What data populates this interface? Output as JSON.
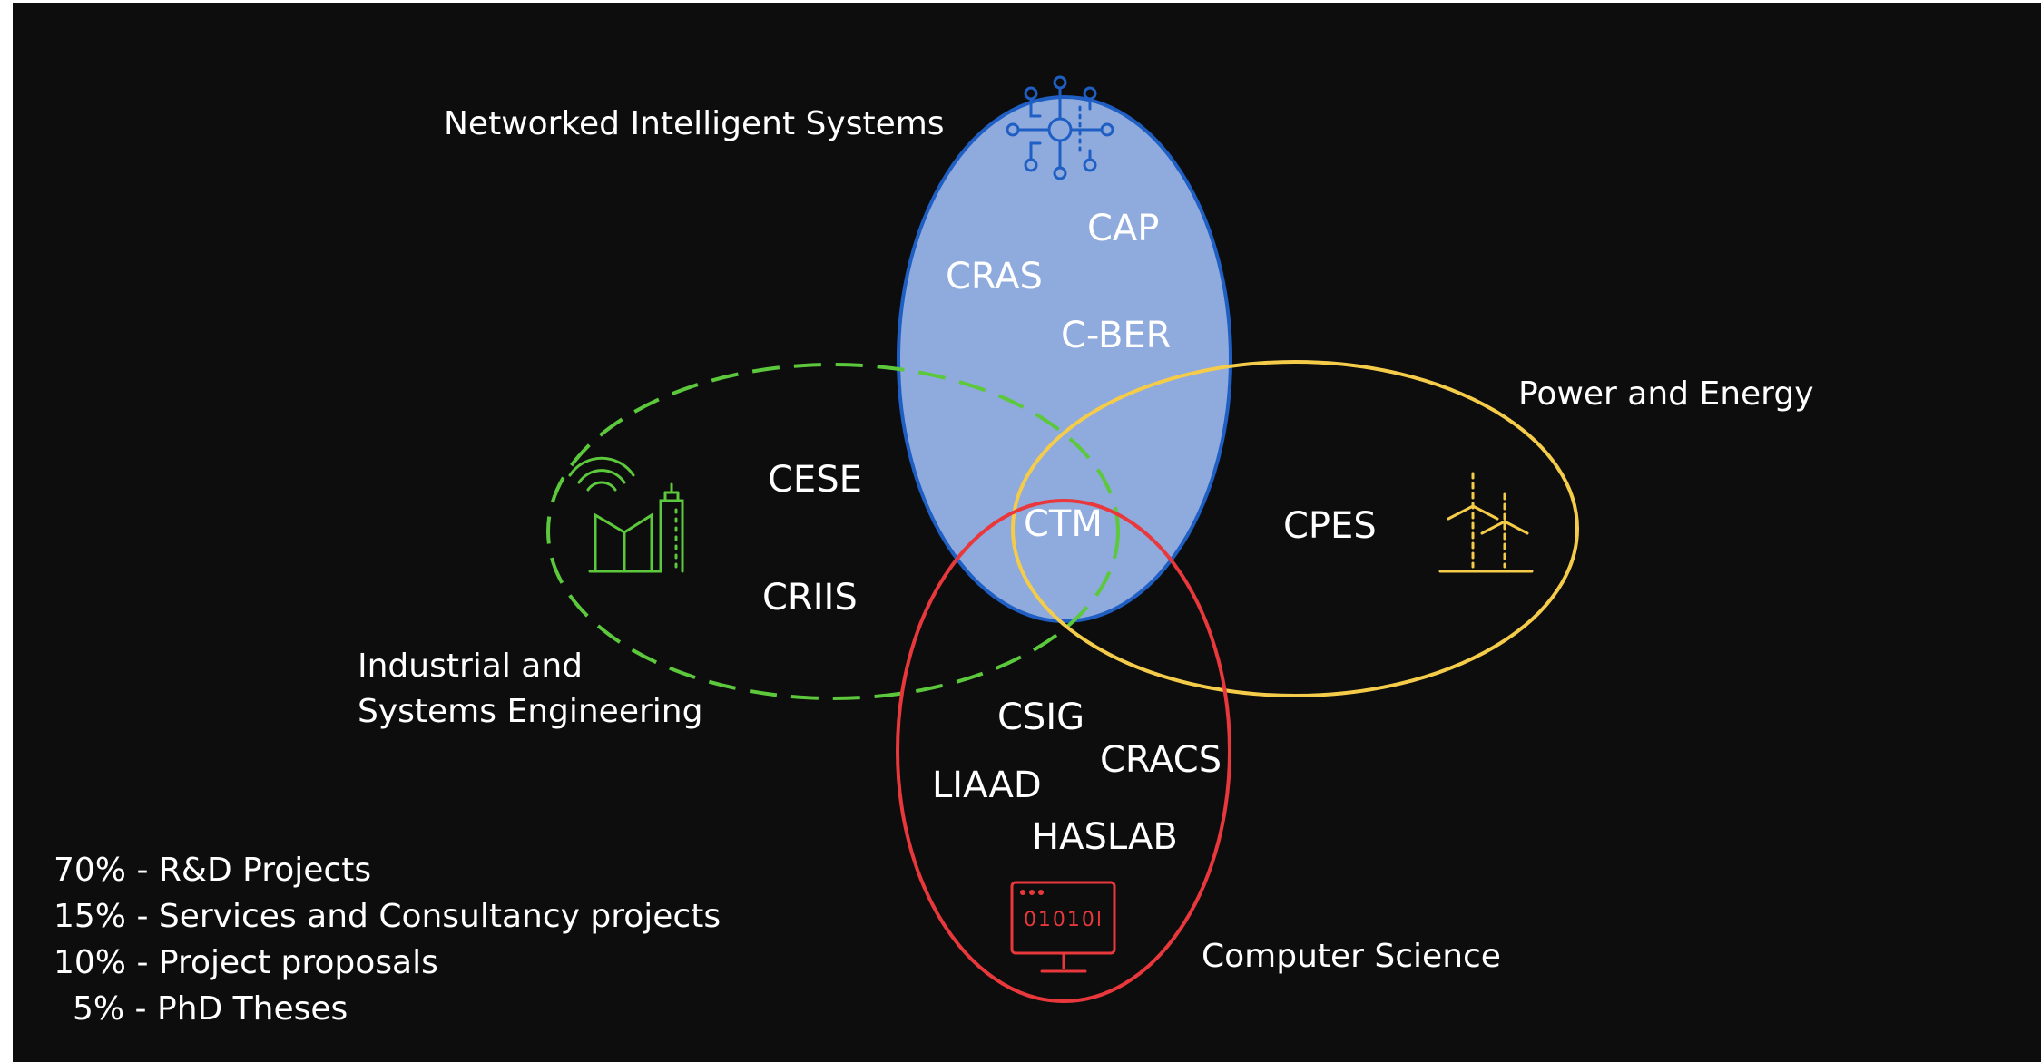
{
  "colors": {
    "background": "#0d0d0d",
    "networked": "#1f5fc4",
    "networked_fill": "#8faadc",
    "industrial": "#5cc83c",
    "power": "#f5cc4a",
    "computer": "#e8383c",
    "text": "#ffffff"
  },
  "domains": {
    "networked": "Networked Intelligent Systems",
    "power": "Power and Energy",
    "industrial_line1": "Industrial and",
    "industrial_line2": "Systems Engineering",
    "computer": "Computer Science"
  },
  "units": {
    "cap": "CAP",
    "cras": "CRAS",
    "cber": "C-BER",
    "cese": "CESE",
    "criis": "CRIIS",
    "ctm": "CTM",
    "cpes": "CPES",
    "csig": "CSIG",
    "cracs": "CRACS",
    "liaad": "LIAAD",
    "haslab": "HASLAB"
  },
  "icons": {
    "networked": "network-chip-icon",
    "industrial": "smart-factory-icon",
    "power": "wind-turbine-icon",
    "computer": "binary-monitor-icon",
    "computer_screen_text": "01010l"
  },
  "stats": [
    "70% - R&D Projects",
    "15% - Services and Consultancy projects",
    "10% - Project proposals",
    "5% - PhD Theses"
  ]
}
